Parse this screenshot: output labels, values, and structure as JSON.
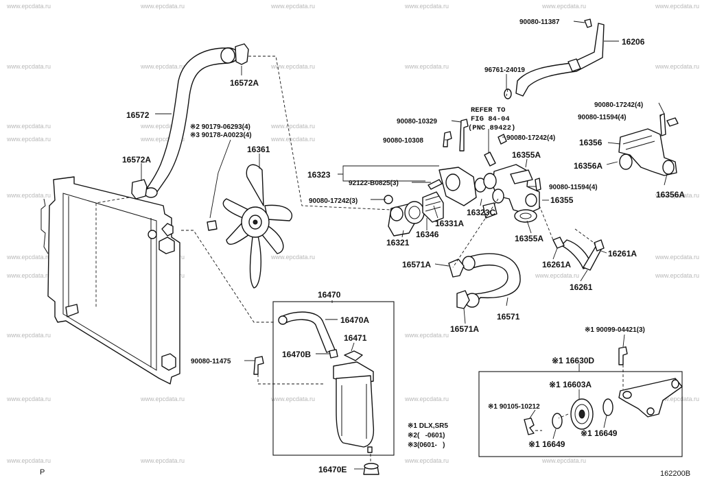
{
  "watermark": "www.epcdata.ru",
  "corner": {
    "left": "P",
    "right": "162200B"
  },
  "parts": {
    "p16572": "16572",
    "p16572A_top": "16572A",
    "p16572A_bot": "16572A",
    "p90179": "※2 90179-06293(4)",
    "p90178": "※3 90178-A0023(4)",
    "p16361": "16361",
    "p16323": "16323",
    "p92122": "92122-B0825(3)",
    "p90080_17242_3": "90080-17242(3)",
    "p16321": "16321",
    "p16346": "16346",
    "p16331A": "16331A",
    "p16323C": "16323C",
    "p90080_10329": "90080-10329",
    "p90080_10308": "90080-10308",
    "ref1": "REFER TO",
    "ref2": "FIG 84-04",
    "ref3": "(PNC 89422)",
    "p90080_17242_4a": "90080-17242(4)",
    "p16355A_top": "16355A",
    "p90080_11594_4a": "90080-11594(4)",
    "p16355": "16355",
    "p16355A_bot": "16355A",
    "p90080_11387": "90080-11387",
    "p16206": "16206",
    "p96761": "96761-24019",
    "p90080_17242_4b": "90080-17242(4)",
    "p90080_11594_4b": "90080-11594(4)",
    "p16356": "16356",
    "p16356A_left": "16356A",
    "p16356A_right": "16356A",
    "p16261A_left": "16261A",
    "p16261A_right": "16261A",
    "p16261": "16261",
    "p16571A_top": "16571A",
    "p16571A_bot": "16571A",
    "p16571": "16571",
    "p16470": "16470",
    "p16470A": "16470A",
    "p16471": "16471",
    "p16470B": "16470B",
    "p90080_11475": "90080-11475",
    "p16470E": "16470E",
    "p90099": "※1 90099-04421(3)",
    "p16630D": "※1 16630D",
    "p16603A": "※1 16603A",
    "p90105": "※1 90105-10212",
    "p16649_right": "※1 16649",
    "p16649_left": "※1 16649"
  },
  "notes": {
    "n1": "※1 DLX,SR5",
    "n2": "※2(   -0601)",
    "n3": "※3(0601-   )"
  }
}
